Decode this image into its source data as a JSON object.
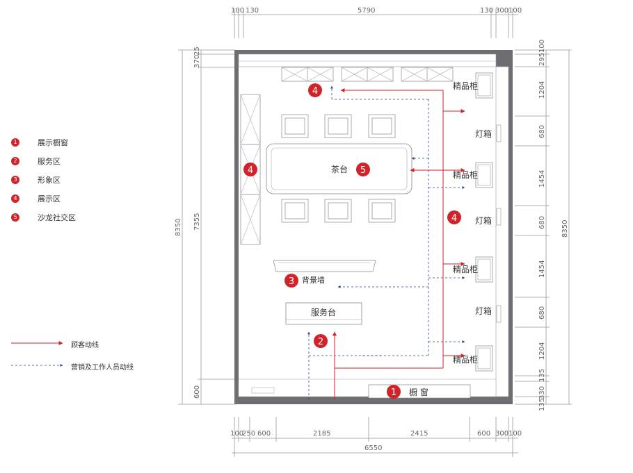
{
  "legend": [
    {
      "num": "1",
      "label": "展示橱窗"
    },
    {
      "num": "2",
      "label": "服务区"
    },
    {
      "num": "3",
      "label": "形象区"
    },
    {
      "num": "4",
      "label": "展示区"
    },
    {
      "num": "5",
      "label": "沙龙社交区"
    }
  ],
  "flows": {
    "customer": "顾客动线",
    "staff": "营销及工作人员动线"
  },
  "rooms": {
    "showcase_cabinet": "精品柜",
    "lightbox": "灯箱",
    "tea_table": "茶台",
    "bg_wall": "背景墙",
    "service_desk": "服务台",
    "window": "橱 窗"
  },
  "markers": {
    "m1": "1",
    "m2": "2",
    "m3": "3",
    "m4": "4",
    "m5": "5"
  },
  "dims_top": {
    "a": "100",
    "b": "130",
    "c": "5790",
    "d": "130",
    "e": "300",
    "f": "100"
  },
  "dims_bottom": {
    "a": "100",
    "b": "250",
    "c": "600",
    "d": "2185",
    "e": "2415",
    "f": "600",
    "g": "300",
    "h": "100",
    "total": "6550"
  },
  "dims_left": {
    "total": "8350",
    "inner": "7355",
    "a": "25",
    "b": "370",
    "c": "600"
  },
  "dims_right": {
    "total": "8350",
    "a": "100",
    "b": "295",
    "c": "1204",
    "d": "680",
    "e": "1454",
    "f": "680",
    "g": "1454",
    "h": "680",
    "i": "1204",
    "j": "135",
    "k": "330",
    "l": "135"
  },
  "colors": {
    "red": "#d0232a",
    "blue": "#2a4a8a",
    "wall": "#6d6e71",
    "line": "#888888"
  }
}
